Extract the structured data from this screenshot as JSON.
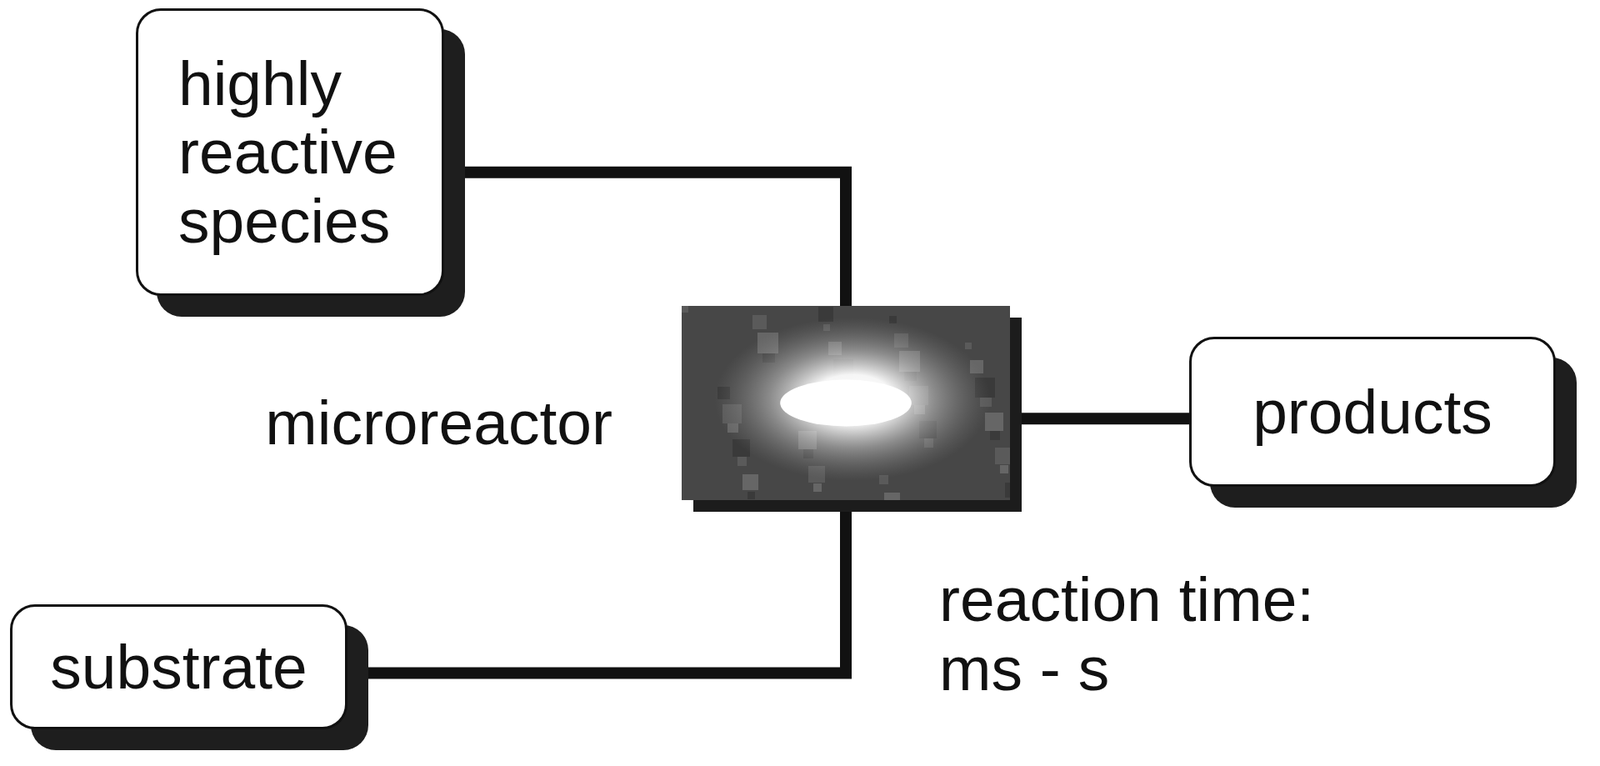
{
  "diagram": {
    "nodes": [
      {
        "text": [
          "highly reactive species"
        ]
      },
      {
        "text": [
          "microreactor"
        ]
      },
      {
        "text": [
          "products"
        ]
      },
      {
        "text": [
          "substrate"
        ]
      }
    ],
    "edges": [
      {
        "from": 0,
        "to": 1,
        "arrow": "none"
      },
      {
        "from": 3,
        "to": 1,
        "arrow": "none"
      },
      {
        "from": 1,
        "to": 2,
        "arrow": "none"
      }
    ],
    "labels": [
      "reaction time: ms - s"
    ]
  }
}
